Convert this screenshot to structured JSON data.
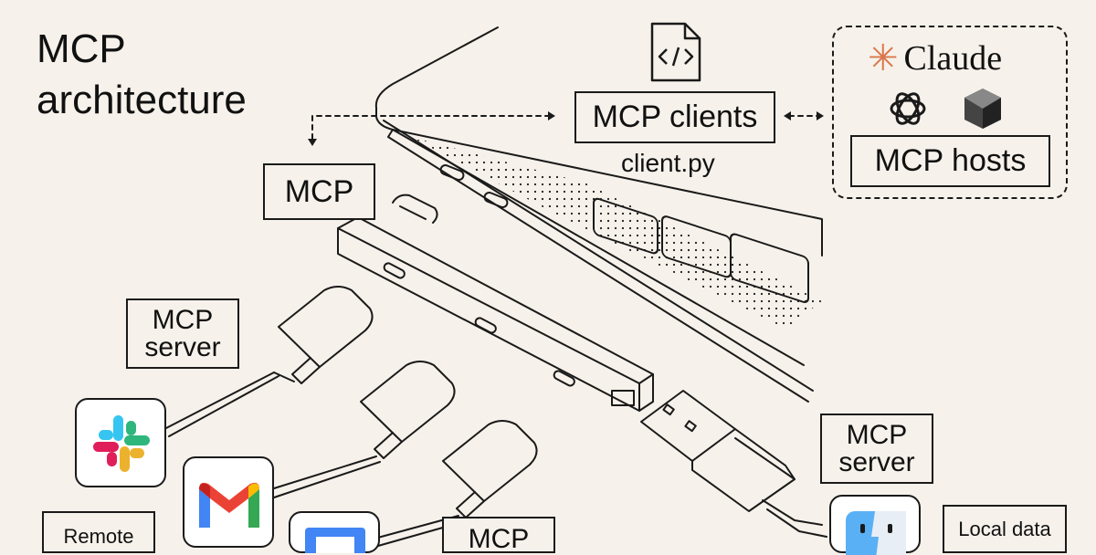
{
  "title": {
    "line1": "MCP",
    "line2": "architecture"
  },
  "clients": {
    "label": "MCP clients",
    "filename": "client.py",
    "file_icon_glyph": "</>"
  },
  "hosts": {
    "label": "MCP hosts",
    "brand": "Claude"
  },
  "hub": {
    "label": "MCP"
  },
  "remote_server": {
    "line1": "MCP",
    "line2": "server"
  },
  "local_server": {
    "line1": "MCP",
    "line2": "server"
  },
  "bottom_server": {
    "line1": "MCP"
  },
  "remote_label": {
    "text": "Remote"
  },
  "local_label": {
    "text": "Local data"
  },
  "icons": {
    "slack": "slack-icon",
    "gmail": "gmail-icon",
    "calendar": "calendar-icon",
    "finder": "finder-icon",
    "openai": "openai-icon",
    "perplexity": "perplexity-icon"
  },
  "colors": {
    "background": "#f6f1ea",
    "ink": "#1a1a1a",
    "claude_orange": "#d9774b"
  }
}
